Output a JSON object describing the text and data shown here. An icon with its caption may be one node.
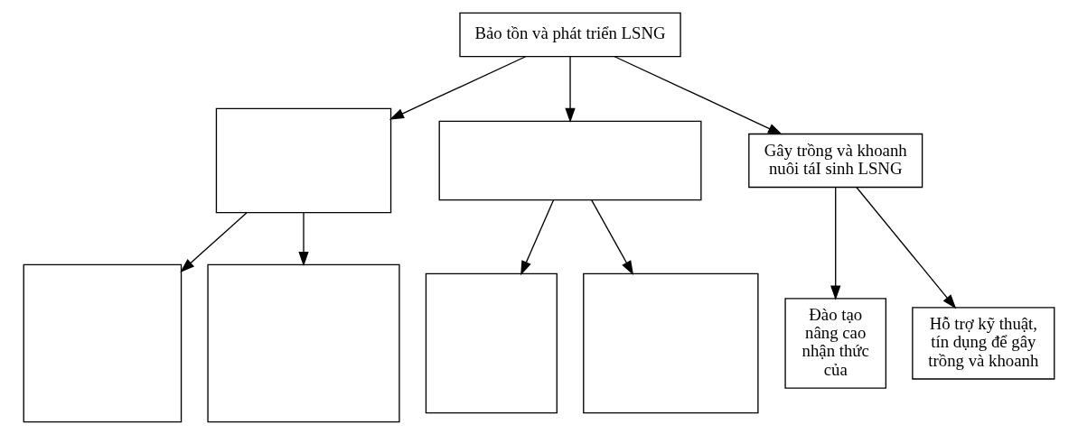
{
  "diagram": {
    "nodes": [
      {
        "text": [
          "Bảo tồn và phát triển LSNG"
        ]
      },
      {
        "text": [],
        "shape": "box"
      },
      {
        "text": [],
        "shape": "box"
      },
      {
        "text": [
          "Gây trồng và khoanh nuôi táI sinh LSNG"
        ]
      },
      {
        "text": [],
        "shape": "box"
      },
      {
        "text": [],
        "shape": "box"
      },
      {
        "text": [],
        "shape": "box"
      },
      {
        "text": [],
        "shape": "box"
      },
      {
        "text": [
          "Đào tạo nâng cao nhận thức của"
        ]
      },
      {
        "text": [
          "Hỗ trợ kỹ thuật, tín dụng để gây trồng và khoanh"
        ]
      }
    ],
    "edges": [
      {
        "from": 0,
        "to": 1,
        "arrow": "to"
      },
      {
        "from": 0,
        "to": 2,
        "arrow": "to"
      },
      {
        "from": 0,
        "to": 3,
        "arrow": "to"
      },
      {
        "from": 1,
        "to": 4,
        "arrow": "to"
      },
      {
        "from": 1,
        "to": 5,
        "arrow": "to"
      },
      {
        "from": 2,
        "to": 6,
        "arrow": "to"
      },
      {
        "from": 2,
        "to": 7,
        "arrow": "to"
      },
      {
        "from": 3,
        "to": 8,
        "arrow": "to"
      },
      {
        "from": 3,
        "to": 9,
        "arrow": "to"
      }
    ]
  }
}
